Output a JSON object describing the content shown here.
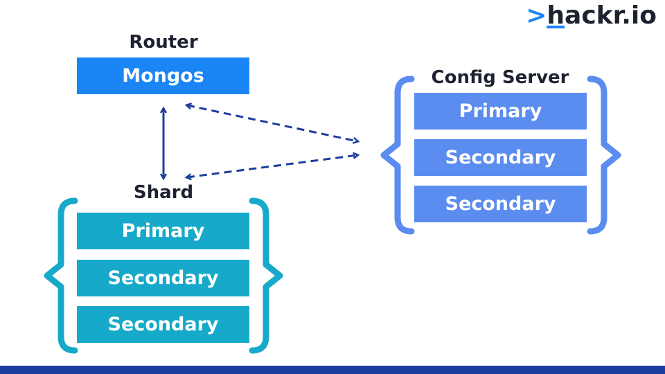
{
  "brand": {
    "chevron": ">",
    "underlined_letter": "h",
    "rest": "ackr.io"
  },
  "router": {
    "title": "Router",
    "box": "Mongos"
  },
  "shard": {
    "title": "Shard",
    "members": [
      "Primary",
      "Secondary",
      "Secondary"
    ]
  },
  "config_server": {
    "title": "Config Server",
    "members": [
      "Primary",
      "Secondary",
      "Secondary"
    ]
  },
  "colors": {
    "router_box": "#1a86f5",
    "shard_boxes": "#17a9c9",
    "config_boxes": "#5b8cf0",
    "shard_bracket": "#17a9c9",
    "config_bracket": "#5b8cf0",
    "arrows": "#1d3e9c",
    "footer_bar": "#1d3e9c",
    "text_dark": "#1e2230"
  }
}
